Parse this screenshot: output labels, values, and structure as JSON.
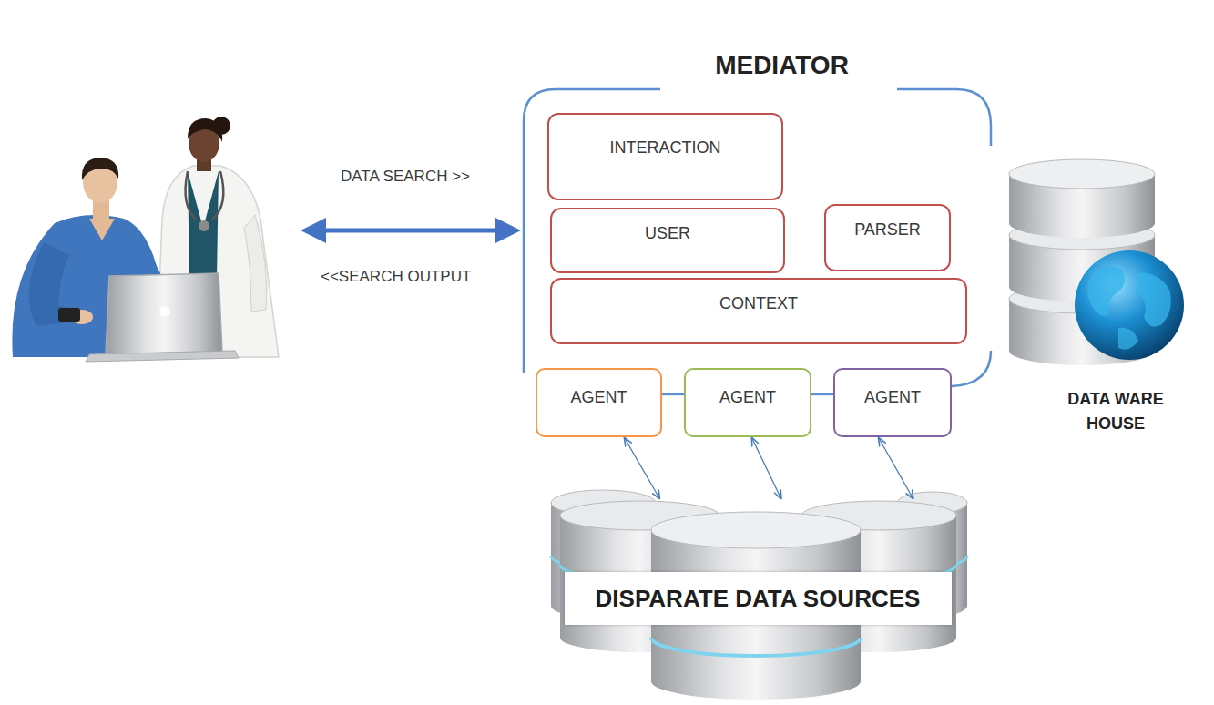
{
  "diagram": {
    "nodes": [
      {
        "text": [
          "MEDIATOR"
        ]
      },
      {
        "text": [
          "INTERACTION"
        ],
        "in": 0
      },
      {
        "text": [
          "USER"
        ],
        "in": 0
      },
      {
        "text": [
          "PARSER"
        ],
        "in": 0
      },
      {
        "text": [
          "CONTEXT"
        ],
        "in": 0
      },
      {
        "text": [
          "DATA WARE HOUSE"
        ]
      },
      {
        "text": [
          "AGENT"
        ]
      },
      {
        "text": [
          "AGENT"
        ]
      },
      {
        "text": [
          "AGENT"
        ]
      },
      {
        "text": [
          "DISPARATE DATA SOURCES"
        ]
      }
    ],
    "edges": [
      {
        "from": 6,
        "to": 7,
        "arrow": "none"
      },
      {
        "from": 7,
        "to": 8,
        "arrow": "none"
      },
      {
        "from": 6,
        "to": 9,
        "arrow": "both"
      },
      {
        "from": 7,
        "to": 9,
        "arrow": "both"
      },
      {
        "from": 8,
        "to": 9,
        "arrow": "both"
      }
    ],
    "labels": [
      "DATA SEARCH >>",
      "<<SEARCH OUTPUT"
    ]
  }
}
